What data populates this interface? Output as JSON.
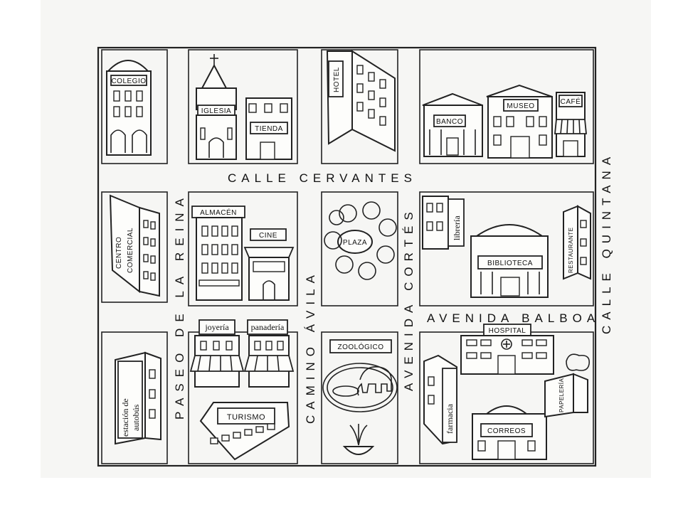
{
  "streets": {
    "calle_cervantes": "CALLE CERVANTES",
    "calle_quintana": "CALLE QUINTANA",
    "avenida_balboa": "AVENIDA BALBOA",
    "paseo_de_la_reina": "PASEO DE LA REINA",
    "camino_avila": "CAMINO ÁVILA",
    "avenida_cortes": "AVENIDA CORTÉS"
  },
  "buildings": {
    "colegio": "COLEGIO",
    "iglesia": "IGLESIA",
    "tienda": "TIENDA",
    "hotel": "HOTEL",
    "banco": "BANCO",
    "museo": "MUSEO",
    "cafe": "CAFÉ",
    "centro_comercial_1": "CENTRO",
    "centro_comercial_2": "COMERCIAL",
    "almacen": "ALMACÉN",
    "cine": "CINE",
    "plaza": "PLAZA",
    "libreria": "librería",
    "biblioteca": "BIBLIOTECA",
    "restaurante": "RESTAURANTE",
    "estacion_1": "estación de",
    "estacion_2": "autobús",
    "joyeria": "joyería",
    "panaderia": "panadería",
    "turismo": "TURISMO",
    "zoologico": "ZOOLÓGICO",
    "hospital": "HOSPITAL",
    "farmacia": "farmacia",
    "correos": "CORREOS",
    "papeleria": "PAPELERÍA"
  }
}
